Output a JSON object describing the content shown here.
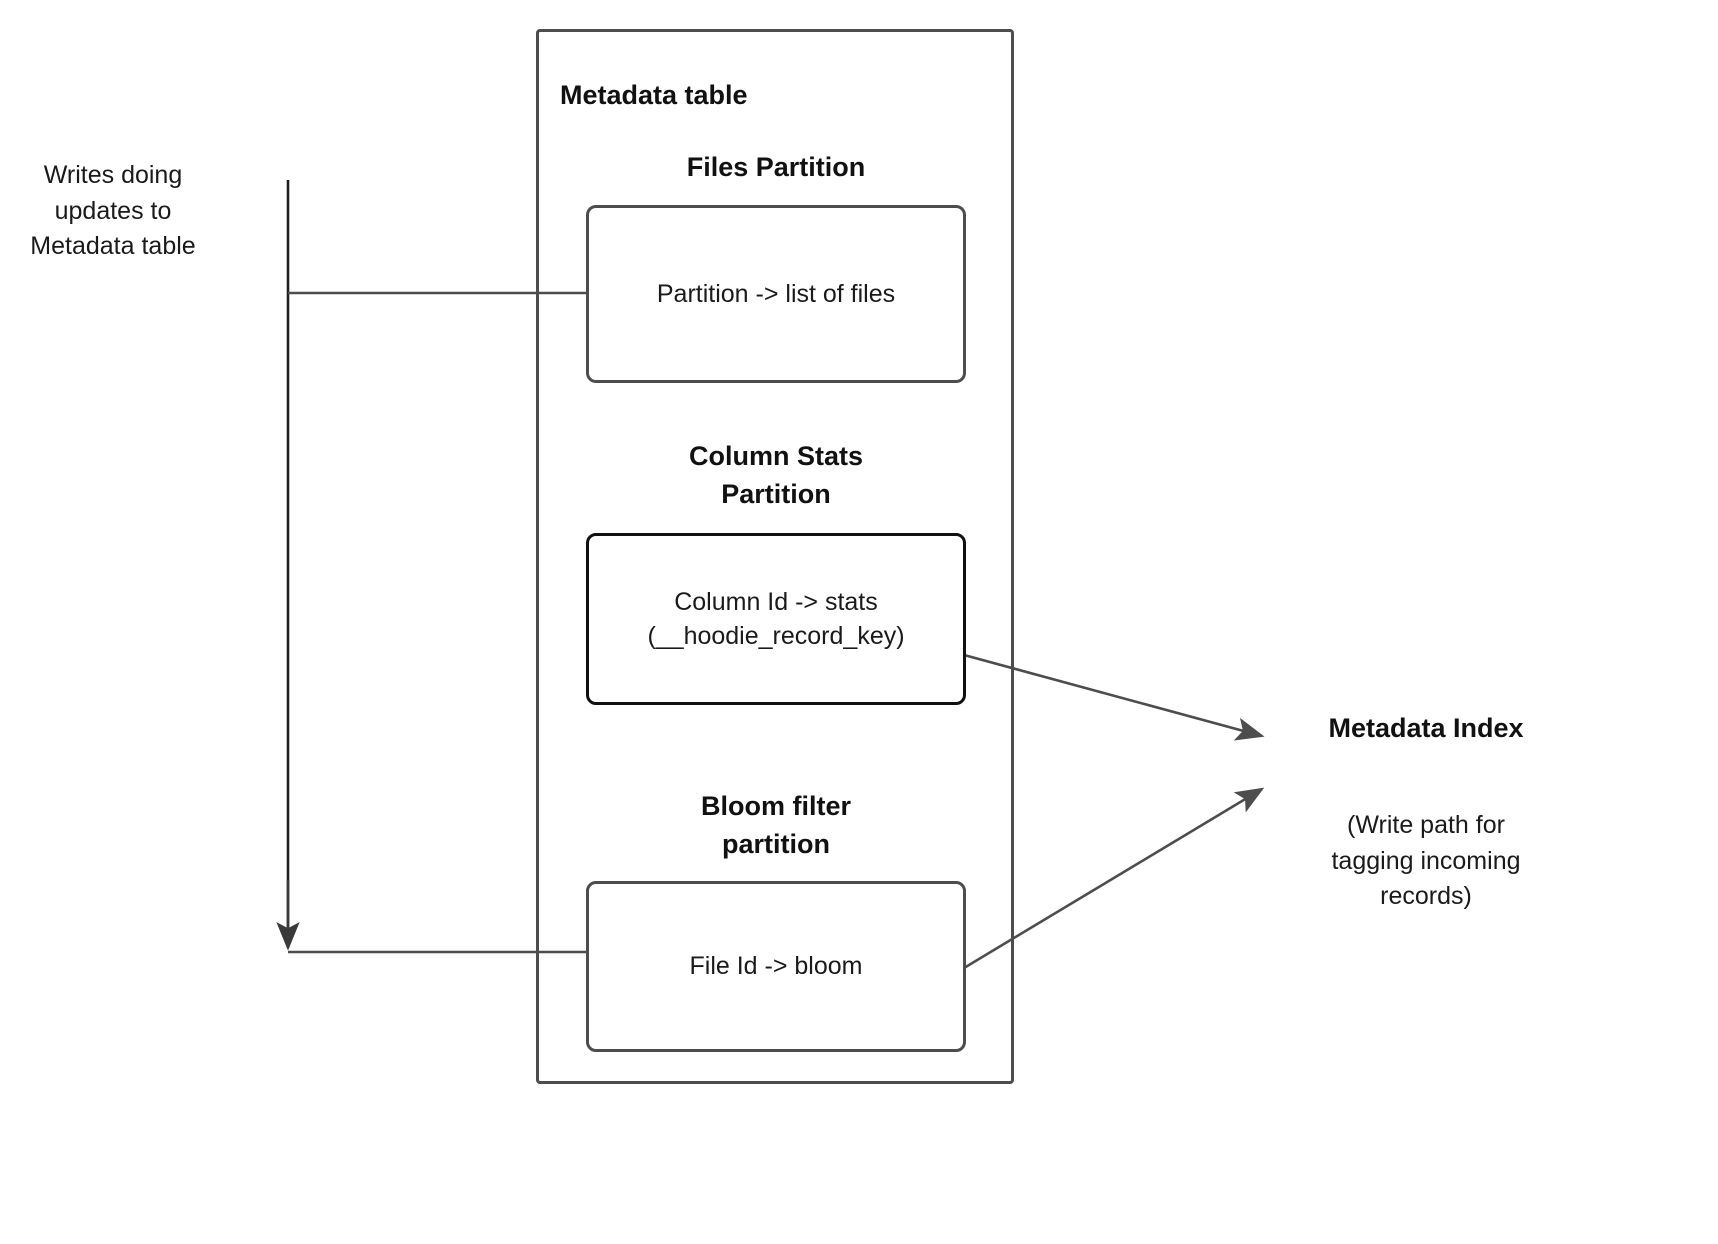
{
  "diagram": {
    "left_note": "Writes doing\nupdates to\nMetadata table",
    "metadata_table": {
      "title": "Metadata table",
      "sections": [
        {
          "heading": "Files Partition",
          "box_text": "Partition -> list of files"
        },
        {
          "heading": "Column Stats\nPartition",
          "box_text": "Column Id  -> stats\n(__hoodie_record_key)"
        },
        {
          "heading": "Bloom filter\npartition",
          "box_text": "File Id -> bloom"
        }
      ]
    },
    "metadata_index": {
      "title": "Metadata Index",
      "note": "(Write path for\ntagging incoming\nrecords)"
    },
    "colors": {
      "stroke": "#4d4d4d",
      "stroke_strong": "#111111",
      "text": "#1a1a1a",
      "background": "#ffffff"
    }
  }
}
